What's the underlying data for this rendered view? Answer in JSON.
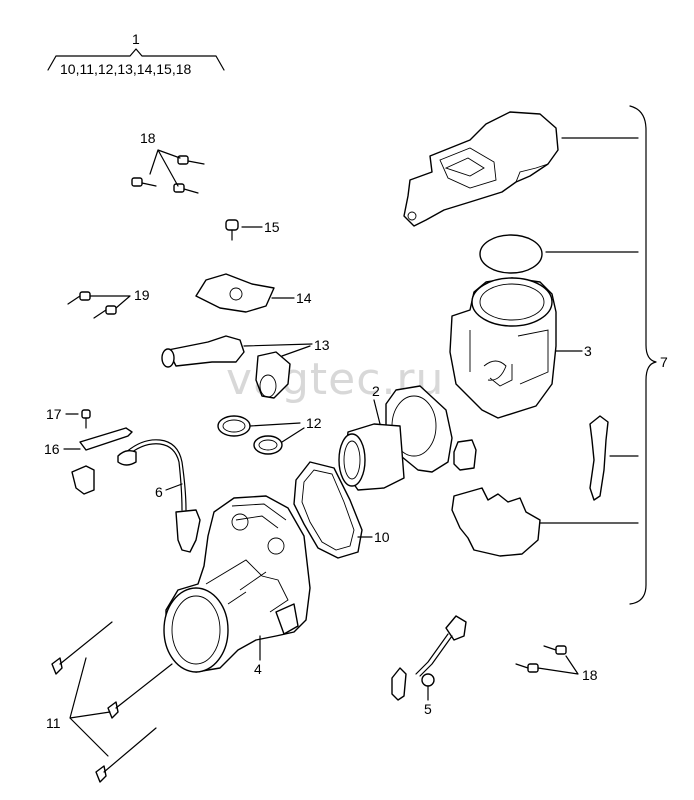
{
  "header": {
    "assembly_number": "1",
    "assembly_contents": "10,11,12,13,14,15,18"
  },
  "callouts": {
    "c2": "2",
    "c3": "3",
    "c4": "4",
    "c5": "5",
    "c6": "6",
    "c7": "7",
    "c10": "10",
    "c11": "11",
    "c12": "12",
    "c13": "13",
    "c14": "14",
    "c15": "15",
    "c16": "16",
    "c17": "17",
    "c18_top": "18",
    "c18_bottom": "18",
    "c19": "19"
  },
  "watermark": "vagtec.ru",
  "colors": {
    "ink": "#000000",
    "paper": "#ffffff",
    "watermark": "#d8d8d8"
  }
}
